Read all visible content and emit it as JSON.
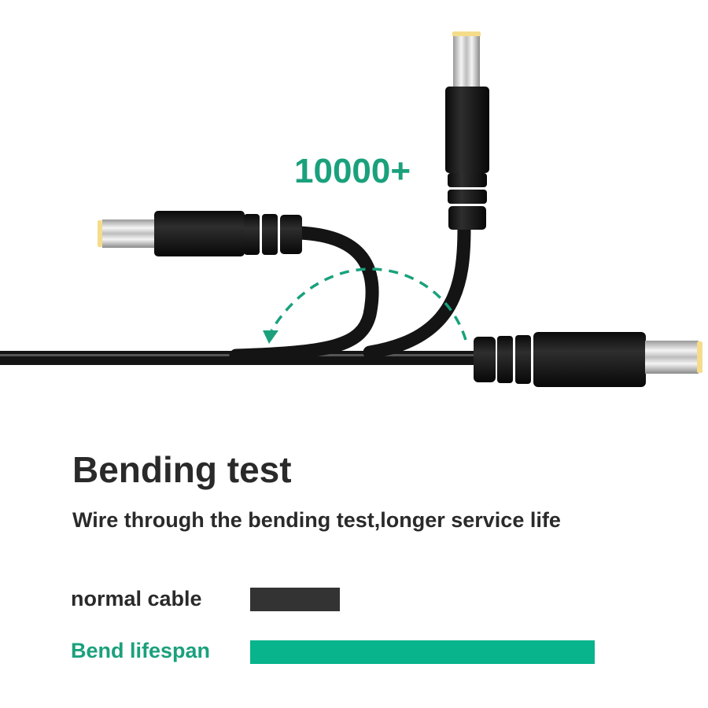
{
  "illustration": {
    "count_label": "10000+",
    "arrow_color": "#1aa17c",
    "cable_color": "#111111",
    "connector_tip_color": "#f5dc8a"
  },
  "heading": {
    "title": "Bending test",
    "subtitle": "Wire through the bending test,longer service life"
  },
  "comparison": [
    {
      "label": "normal cable",
      "label_color": "#2a2a2a",
      "bar_color": "#333333",
      "relative_length": 114
    },
    {
      "label": "Bend lifespan",
      "label_color": "#1aa17c",
      "bar_color": "#07b48b",
      "relative_length": 438
    }
  ]
}
